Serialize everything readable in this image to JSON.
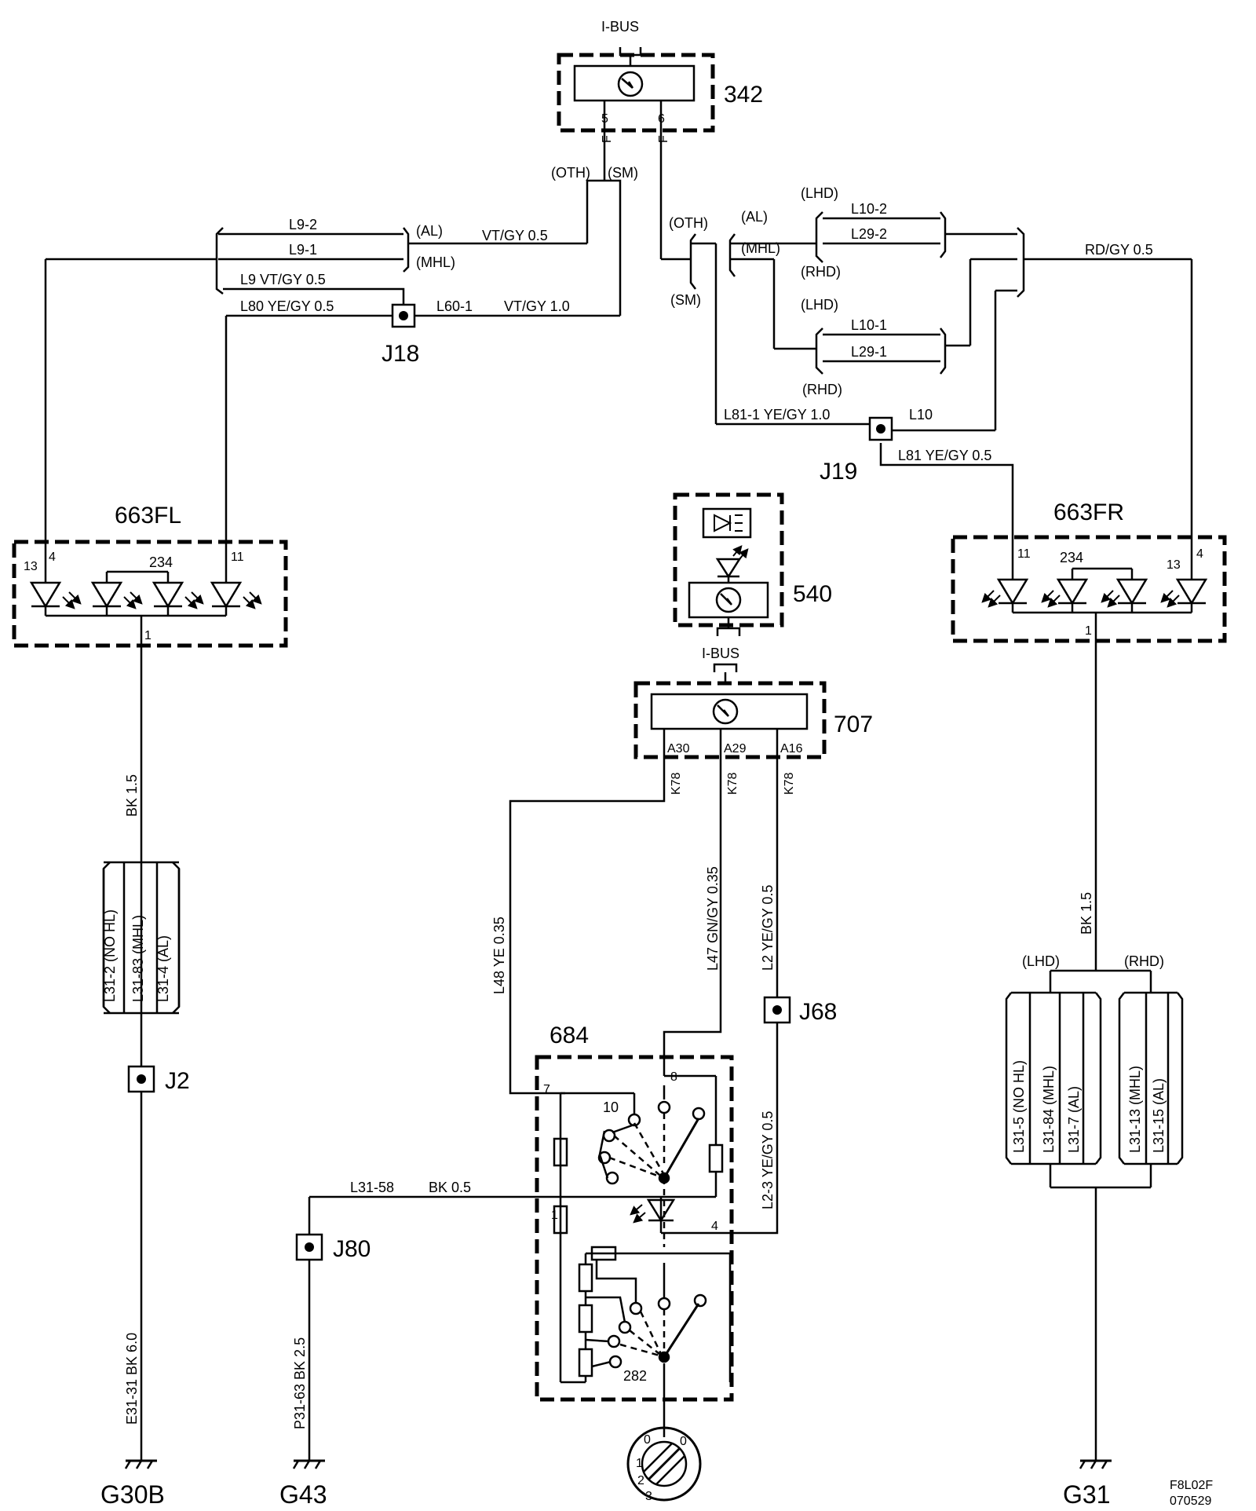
{
  "components": {
    "c342": {
      "id": "342",
      "bus": "I-BUS",
      "pin_left": "5",
      "pin_right": "6",
      "f1": "F",
      "f2": "F"
    },
    "c663fl": {
      "id": "663FL",
      "p13": "13",
      "p4": "4",
      "p234": "234",
      "p11": "11",
      "p1": "1"
    },
    "c663fr": {
      "id": "663FR",
      "p11": "11",
      "p234": "234",
      "p13": "13",
      "p4": "4",
      "p1": "1"
    },
    "c540": {
      "id": "540",
      "bus": "I-BUS"
    },
    "c707": {
      "id": "707",
      "pin_a30": "A30",
      "pin_a29": "A29",
      "pin_a16": "A16",
      "k1": "K78",
      "k2": "K78",
      "k3": "K78"
    },
    "c684": {
      "id": "684",
      "p7": "7",
      "p8": "8",
      "p10": "10",
      "p1": "1",
      "p4": "4",
      "p282": "282"
    }
  },
  "variants": {
    "oth_left": "(OTH)",
    "sm_left": "(SM)",
    "al_left": "(AL)",
    "mhl_left": "(MHL)",
    "oth_right": "(OTH)",
    "sm_right": "(SM)",
    "al_right": "(AL)",
    "mhl_right": "(MHL)",
    "lhd_top": "(LHD)",
    "rhd_top": "(RHD)",
    "lhd_mid": "(LHD)",
    "rhd_mid": "(RHD)",
    "lhd_g31": "(LHD)",
    "rhd_g31": "(RHD)"
  },
  "wires": {
    "l9_2": "L9-2",
    "l9_1": "L9-1",
    "vt_gy_05": "VT/GY  0.5",
    "l9": "L9  VT/GY  0.5",
    "l80": "L80  YE/GY  0.5",
    "l60_1": "L60-1",
    "vt_gy_10": "VT/GY  1.0",
    "l10_2": "L10-2",
    "l29_2": "L29-2",
    "l10_1": "L10-1",
    "l29_1": "L29-1",
    "rd_gy": "RD/GY  0.5",
    "l81_1": "L81-1  YE/GY  1.0",
    "l10": "L10",
    "l81": "L81  YE/GY  0.5",
    "bk15_left": "BK  1.5",
    "bk15_right": "BK  1.5",
    "l31_2": "L31-2   (NO HL)",
    "l31_83": "L31-83   (MHL)",
    "l31_4": "L31-4   (AL)",
    "e31_31": "E31-31  BK  6.0",
    "l48": "L48  YE  0.35",
    "l47": "L47  GN/GY  0.35",
    "l2": "L2  YE/GY  0.5",
    "l2_3": "L2-3    YE/GY   0.5",
    "l31_58": "L31-58",
    "bk05": "BK  0.5",
    "p31_63": "P31-63   BK  2.5",
    "l31_5": "L31-5   (NO HL)",
    "l31_84": "L31-84   (MHL)",
    "l31_7": "L31-7   (AL)",
    "l31_13": "L31-13   (MHL)",
    "l31_15": "L31-15   (AL)"
  },
  "junctions": {
    "j18": "J18",
    "j19": "J19",
    "j2": "J2",
    "j68": "J68",
    "j80": "J80"
  },
  "grounds": {
    "g30b": "G30B",
    "g43": "G43",
    "g31": "G31"
  },
  "ignition": {
    "p0": "0",
    "p1": "1",
    "p2": "2",
    "p3": "3"
  },
  "footer": {
    "code": "F8L02F",
    "date": "070529"
  }
}
